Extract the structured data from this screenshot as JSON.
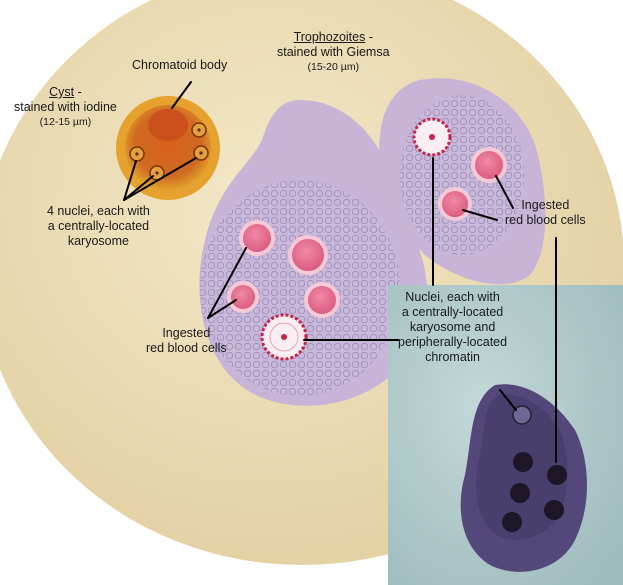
{
  "labels": {
    "chromatoid_body": "Chromatoid body",
    "cyst_title": "Cyst",
    "cyst_suffix": " -",
    "cyst_stain": "stained with iodine",
    "cyst_size": "(12-15 µm)",
    "tropho_title": "Trophozoites",
    "tropho_suffix": " -",
    "tropho_stain": "stained with Giemsa",
    "tropho_size": "(15-20 µm)",
    "cyst_nuclei_1": "4 nuclei, each with",
    "cyst_nuclei_2": "a centrally-located",
    "cyst_nuclei_3": "karyosome",
    "ingested_left_1": "Ingested",
    "ingested_left_2": "red blood cells",
    "ingested_right_1": "Ingested",
    "ingested_right_2": "red blood cells",
    "nuclei_1": "Nuclei, each with",
    "nuclei_2": "a centrally-located",
    "nuclei_3": "karyosome and",
    "nuclei_4": "peripherally-located",
    "nuclei_5": "chromatin"
  },
  "colors": {
    "background_disc": "#ecdcb4",
    "cyst_wall": "#e3a42c",
    "cyst_inner": "#d2661c",
    "trophozoite_body": "#c9b7d6",
    "red_blood_cell": "#e87796",
    "nucleus_ring": "#c3244a",
    "micrograph_background": "#b4cccc",
    "micrograph_cell": "#4c416a",
    "pointer_line": "#000000"
  }
}
